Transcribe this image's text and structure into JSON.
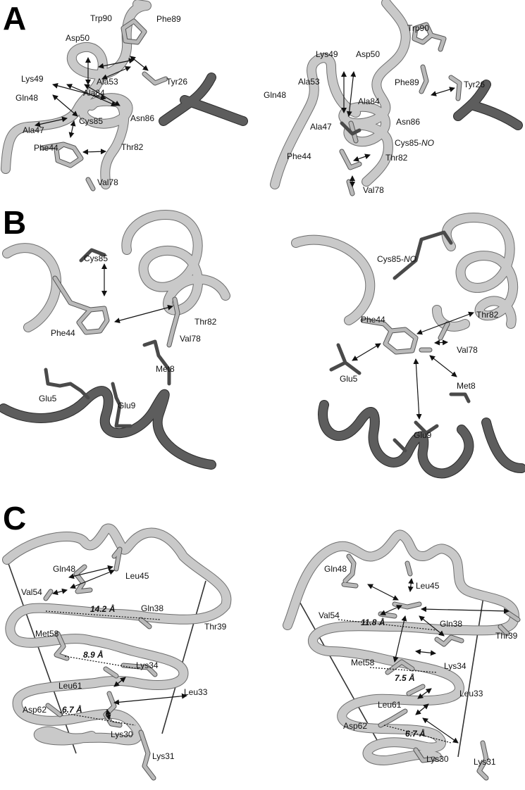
{
  "panels": {
    "A": {
      "letter": "A",
      "left": [
        "Trp90",
        "Phe89",
        "Asp50",
        "Lys49",
        "Ala53",
        "Ala84",
        "Tyr26",
        "Gln48",
        "Asn86",
        "Cys85",
        "Ala47",
        "Thr82",
        "Phe44",
        "Val78"
      ],
      "right": [
        "Trp90",
        "Lys49",
        "Asp50",
        "Ala53",
        "Phe89",
        "Tyr26",
        "Gln48",
        "Ala84",
        "Asn86",
        "Ala47",
        "Cys85-NO",
        "Phe44",
        "Thr82",
        "Val78"
      ]
    },
    "B": {
      "letter": "B",
      "left": [
        "Cys85",
        "Phe44",
        "Thr82",
        "Val78",
        "Met8",
        "Glu5",
        "Glu9"
      ],
      "right": [
        "Cys85-NO",
        "Phe44",
        "Thr82",
        "Val78",
        "Glu5",
        "Met8",
        "Glu9"
      ]
    },
    "C": {
      "letter": "C",
      "left": [
        "Gln48",
        "Leu45",
        "Val54",
        "Gln38",
        "Thr39",
        "Met58",
        "Lys34",
        "Leu61",
        "Leu33",
        "Asp62",
        "Lys30",
        "Lys31"
      ],
      "left_distances": [
        "14.2 Å",
        "8.9 Å",
        "6.7 Å"
      ],
      "right": [
        "Gln48",
        "Leu45",
        "Val54",
        "Gln38",
        "Thr39",
        "Met58",
        "Lys34",
        "Leu61",
        "Leu33",
        "Asp62",
        "Lys30",
        "Lys31"
      ],
      "right_distances": [
        "11.8 Å",
        "7.5 Å",
        "6.7 Å"
      ]
    }
  }
}
